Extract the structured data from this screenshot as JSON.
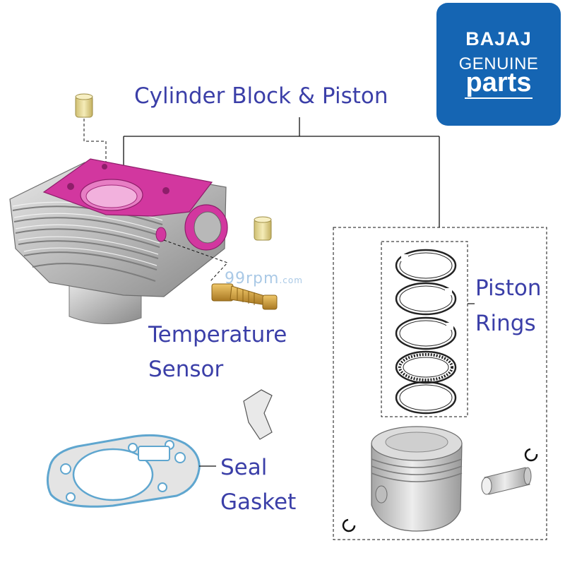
{
  "title": "Cylinder Block & Piston",
  "labels": {
    "temperature_sensor": [
      "Temperature",
      "Sensor"
    ],
    "piston_rings": [
      "Piston",
      "Rings"
    ],
    "seal_gasket": [
      "Seal",
      "Gasket"
    ]
  },
  "logo": {
    "line1": "BAJAJ",
    "line2": "GENUINE",
    "line3": "parts",
    "color": "#1565b3"
  },
  "watermark": {
    "main": "99rpm",
    "suffix": ".com"
  },
  "colors": {
    "label_text": "#3b3fa8",
    "cylinder_body": "#c4c4c4",
    "cylinder_face": "#d2379f",
    "sensor_brass": "#c8962f",
    "gasket_outline": "#5fa6cf",
    "bushing": "#e6d795"
  },
  "icons": [
    "cylinder-block-icon",
    "dowel-pin-icon",
    "temperature-sensor-icon",
    "seal-icon",
    "gasket-icon",
    "piston-ring-icon",
    "piston-icon",
    "piston-pin-icon",
    "circlip-icon"
  ]
}
